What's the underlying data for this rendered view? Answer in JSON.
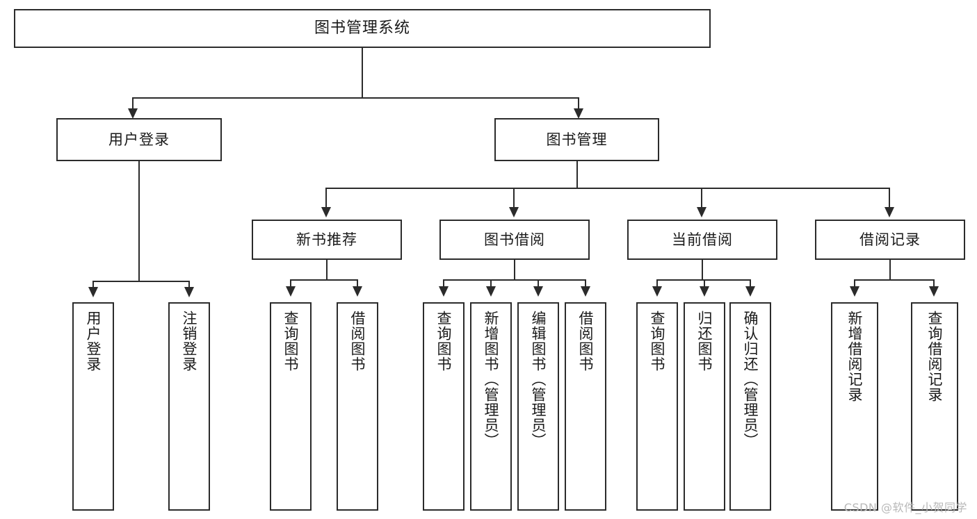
{
  "diagram": {
    "title": "图书管理系统",
    "root": {
      "label": "图书管理系统"
    },
    "level2": [
      {
        "label": "用户登录"
      },
      {
        "label": "图书管理"
      }
    ],
    "level3": [
      {
        "label": "新书推荐"
      },
      {
        "label": "图书借阅"
      },
      {
        "label": "当前借阅"
      },
      {
        "label": "借阅记录"
      }
    ],
    "leaves": {
      "user_login": [
        {
          "label": "用户登录"
        },
        {
          "label": "注销登录"
        }
      ],
      "new_book": [
        {
          "label": "查询图书"
        },
        {
          "label": "借阅图书"
        }
      ],
      "book_borrow": [
        {
          "label": "查询图书"
        },
        {
          "label": "新增图书（管理员）"
        },
        {
          "label": "编辑图书（管理员）"
        },
        {
          "label": "借阅图书"
        }
      ],
      "current_borrow": [
        {
          "label": "查询图书"
        },
        {
          "label": "归还图书"
        },
        {
          "label": "确认归还（管理员）"
        }
      ],
      "borrow_record": [
        {
          "label": "新增借阅记录"
        },
        {
          "label": "查询借阅记录"
        }
      ]
    }
  },
  "watermark": {
    "text": "CSDN @软件_小贺同学"
  },
  "colors": {
    "stroke": "#2b2b2b",
    "background": "#ffffff",
    "text": "#1a1a1a",
    "watermark": "#b8b8b8"
  }
}
